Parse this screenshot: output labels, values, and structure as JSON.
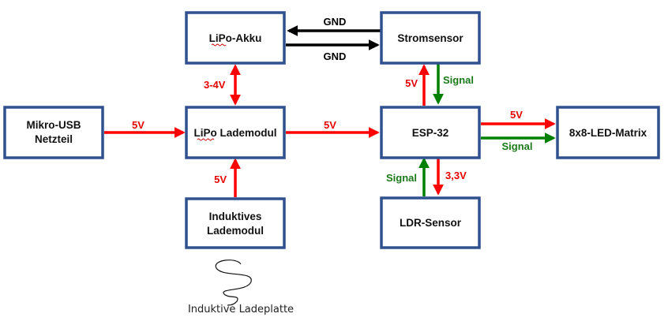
{
  "colors": {
    "box_border": "#2f528f",
    "power": "#ff0000",
    "signal": "#008000",
    "ground": "#000000"
  },
  "nodes": {
    "lipo_akku": [
      "LiPo-Akku"
    ],
    "stromsensor": [
      "Stromsensor"
    ],
    "mikro_usb": [
      "Mikro-USB",
      "Netzteil"
    ],
    "lipo_lademodul": [
      "LiPo Lademodul"
    ],
    "esp32": [
      "ESP-32"
    ],
    "led_matrix": [
      "8x8-LED-Matrix"
    ],
    "induktives": [
      "Induktives",
      "Lademodul"
    ],
    "ldr_sensor": [
      "LDR-Sensor"
    ]
  },
  "edges": {
    "gnd_top": "GND",
    "gnd_bottom": "GND",
    "akku_lade": "3-4V",
    "usb_lade": "5V",
    "lade_esp": "5V",
    "esp_strom_power": "5V",
    "strom_esp_signal": "Signal",
    "esp_matrix_power": "5V",
    "esp_matrix_signal": "Signal",
    "ind_lade": "5V",
    "ldr_esp_signal": "Signal",
    "esp_ldr_power": "3,3V"
  },
  "caption": "Induktive Ladeplatte"
}
